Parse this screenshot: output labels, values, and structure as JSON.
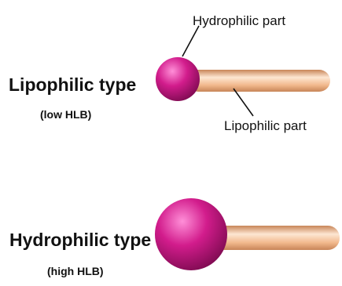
{
  "colors": {
    "head": "#d21c8c",
    "head_highlight": "#ff8fd8",
    "head_shadow": "#7a0a4e",
    "tail": "#f2b98d",
    "tail_highlight": "#fde6d2",
    "tail_shadow": "#c88558",
    "text": "#111111"
  },
  "lipophilic": {
    "title": "Lipophilic type",
    "subtitle": "(low HLB)"
  },
  "hydrophilic": {
    "title": "Hydrophilic type",
    "subtitle": "(high HLB)"
  },
  "labels": {
    "hydrophilic_part": "Hydrophilic part",
    "lipophilic_part": "Lipophilic part"
  }
}
